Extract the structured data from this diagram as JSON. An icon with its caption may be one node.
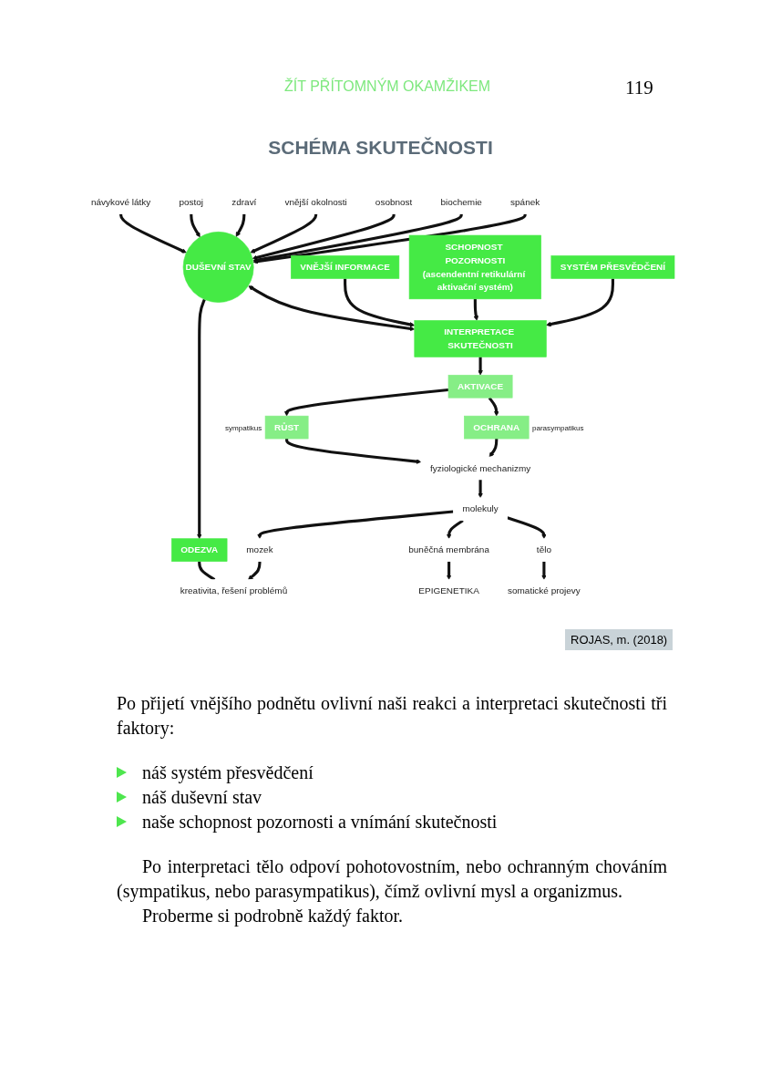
{
  "diagram": {
    "title": "SCHÉMA SKUTEČNOSTI",
    "nodes": [
      {
        "text": [
          "DUŠEVNÍ STAV"
        ]
      },
      {
        "text": [
          "návykové látky"
        ]
      },
      {
        "text": [
          "postoj"
        ]
      },
      {
        "text": [
          "zdraví"
        ]
      },
      {
        "text": [
          "vnější okolnosti"
        ]
      },
      {
        "text": [
          "osobnost"
        ]
      },
      {
        "text": [
          "biochemie"
        ]
      },
      {
        "text": [
          "spánek"
        ]
      },
      {
        "text": [
          "VNĚJŠÍ INFORMACE"
        ]
      },
      {
        "text": [
          "SCHOPNOST POZORNOSTI",
          "(ascendentní retikulární aktivační systém)"
        ]
      },
      {
        "text": [
          "INTERPRETACE SKUTEČNOSTI"
        ]
      },
      {
        "text": [
          "SYSTÉM PŘESVĚDČENÍ"
        ]
      },
      {
        "text": [
          "AKTIVACE"
        ]
      },
      {
        "text": [
          "ODEZVA"
        ]
      },
      {
        "text": [
          "RŮST"
        ],
        "beside": [
          "sympatikus"
        ]
      },
      {
        "text": [
          "OCHRANA"
        ],
        "beside": [
          "parasympatikus"
        ]
      },
      {
        "text": [
          "kreativita, řešení problémů"
        ]
      },
      {
        "text": [
          "fyziologické mechanizmy"
        ]
      },
      {
        "text": [
          "mozek"
        ]
      },
      {
        "text": [
          "molekuly"
        ]
      },
      {
        "text": [
          "buněčná membrána"
        ]
      },
      {
        "text": [
          "EPIGENETIKA"
        ]
      },
      {
        "text": [
          "tělo"
        ]
      },
      {
        "text": [
          "somatické projevy"
        ]
      }
    ],
    "edges": [
      {
        "from": 1,
        "to": 0,
        "arrow": "to"
      },
      {
        "from": 2,
        "to": 0,
        "arrow": "to"
      },
      {
        "from": 3,
        "to": 0,
        "arrow": "to"
      },
      {
        "from": 4,
        "to": 0,
        "arrow": "to"
      },
      {
        "from": 5,
        "to": 0,
        "arrow": "to"
      },
      {
        "from": 6,
        "to": 0,
        "arrow": "to"
      },
      {
        "from": 7,
        "to": 0,
        "arrow": "to"
      },
      {
        "from": 0,
        "to": 10,
        "arrow": "both"
      },
      {
        "from": 0,
        "to": 13,
        "arrow": "to"
      },
      {
        "from": 8,
        "to": 10,
        "arrow": "to"
      },
      {
        "from": 9,
        "to": 10,
        "arrow": "to"
      },
      {
        "from": 11,
        "to": 10,
        "arrow": "to"
      },
      {
        "from": 10,
        "to": 12,
        "arrow": "to"
      },
      {
        "from": 12,
        "to": 14,
        "arrow": "to"
      },
      {
        "from": 12,
        "to": 15,
        "arrow": "to"
      },
      {
        "from": 13,
        "to": 16,
        "arrow": "none"
      },
      {
        "from": 18,
        "to": 16,
        "arrow": "to"
      },
      {
        "from": 14,
        "to": 17,
        "arrow": "to"
      },
      {
        "from": 15,
        "to": 17,
        "arrow": "to"
      },
      {
        "from": 17,
        "to": 19,
        "arrow": "to"
      },
      {
        "from": 19,
        "to": 18,
        "arrow": "to"
      },
      {
        "from": 19,
        "to": 20,
        "arrow": "to"
      },
      {
        "from": 20,
        "to": 21,
        "arrow": "to"
      },
      {
        "from": 19,
        "to": 22,
        "arrow": "to"
      },
      {
        "from": 22,
        "to": 23,
        "arrow": "to"
      }
    ],
    "labels": [
      "ŽÍT PŘÍTOMNÝM OKAMŽIKEM",
      "119",
      "ROJAS, m. (2018)",
      "Po přijetí vnějšího podnětu ovlivní naši reakci a interpretaci skutečnosti tři faktory:",
      "náš systém přesvědčení",
      "náš duševní stav",
      "naše schopnost pozornosti a vnímání skutečnosti",
      "Po interpretaci tělo odpoví pohotovostním, nebo ochranným chováním (sympatikus, nebo parasympatikus), čímž ovlivní mysl a organizmus.",
      "Proberme si podrobně každý faktor."
    ]
  }
}
